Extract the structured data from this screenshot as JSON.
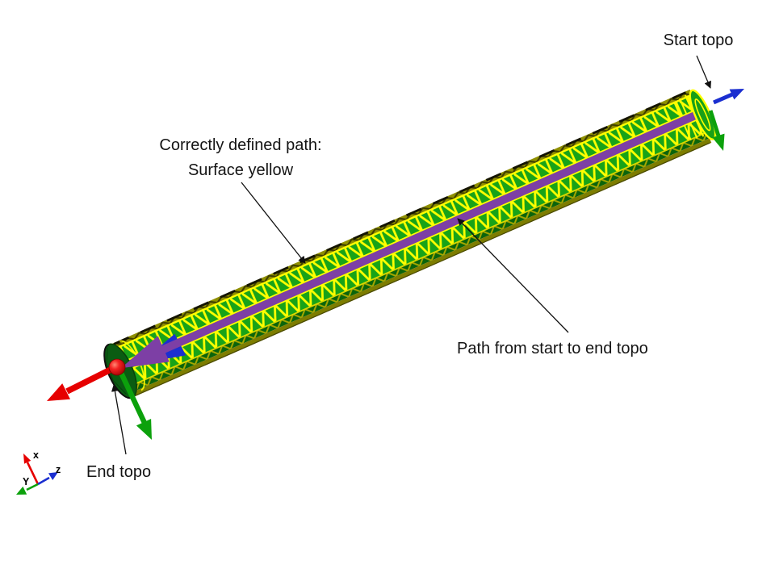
{
  "figure": {
    "background": "#ffffff",
    "labels": {
      "start_topo": "Start topo",
      "correct_path_line1": "Correctly defined path:",
      "correct_path_line2": "Surface yellow",
      "path_annotation": "Path from start to end topo",
      "end_topo": "End topo"
    },
    "triad": {
      "x": "x",
      "y": "Y",
      "z": "z"
    },
    "colors": {
      "surface_green": "#18a318",
      "surface_dark_green": "#0b640b",
      "facet_olive_top": "#8f8f00",
      "facet_olive_bottom": "#7d7d00",
      "mesh_yellow": "#ffff00",
      "mesh_olive": "#a8a800",
      "path_purple": "#7d3fa5",
      "arrow_red": "#e60000",
      "arrow_green": "#0ca10c",
      "arrow_blue": "#1b2fd0",
      "cap_green": "#0a5c12",
      "cap_end_green": "#18a018",
      "annotation": "#111111"
    }
  }
}
